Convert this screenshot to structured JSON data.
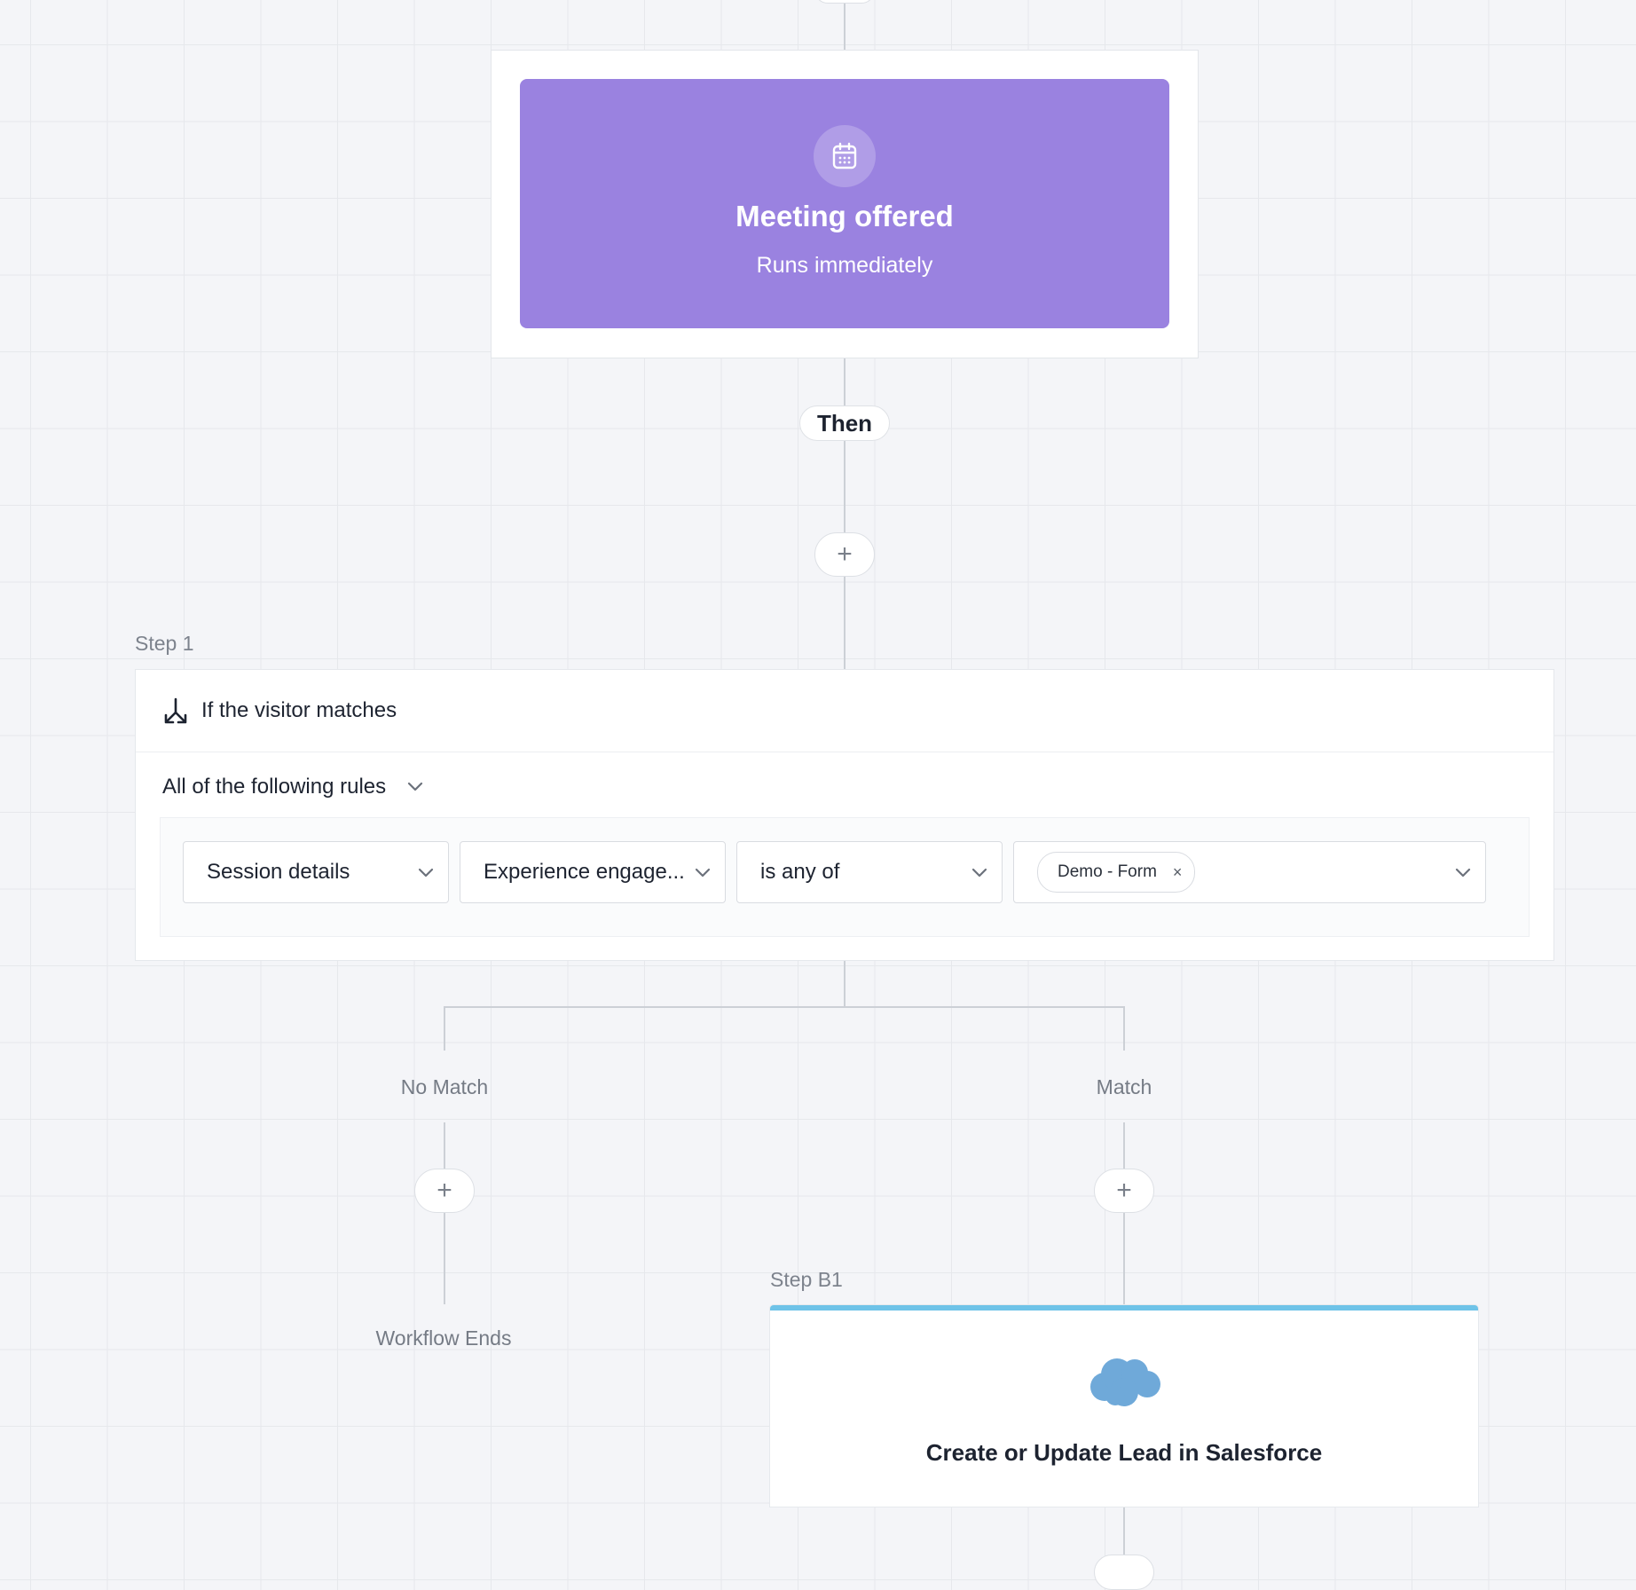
{
  "trigger": {
    "title": "Meeting offered",
    "subtitle": "Runs immediately",
    "icon": "calendar-icon",
    "color": "#9a82e0"
  },
  "connector_label": "Then",
  "add_step_label": "+",
  "step1": {
    "label": "Step 1",
    "title": "If the visitor matches",
    "icon": "branch-arrows-icon",
    "rules_mode": "All of the following rules",
    "rule": {
      "category": "Session details",
      "field": "Experience engage...",
      "operator": "is any of",
      "values": [
        "Demo - Form"
      ],
      "remove_value_glyph": "×"
    }
  },
  "branches": {
    "no_match": {
      "label": "No Match",
      "end_text": "Workflow Ends"
    },
    "match": {
      "label": "Match"
    }
  },
  "step_b1": {
    "label": "Step B1",
    "title": "Create or Update Lead in Salesforce",
    "icon": "salesforce-cloud-icon",
    "accent": "#6ec3e8"
  }
}
